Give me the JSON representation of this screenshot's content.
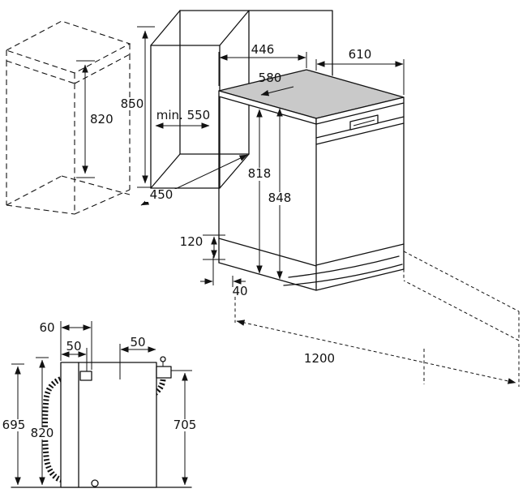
{
  "diagram": {
    "name": "dishwasher-installation-dimensions",
    "colors": {
      "line": "#121212",
      "worktop_fill": "#c9c9c9",
      "background": "#ffffff"
    },
    "dims": {
      "cabinet_height": "820",
      "niche_height": "850",
      "niche_depth_min": "min. 550",
      "counter_depth": "450",
      "width_top": "446",
      "depth_total": "610",
      "depth_lid": "580",
      "height_body": "818",
      "height_total": "848",
      "plinth_height": "120",
      "plinth_recess": "40",
      "door_open_clearance": "1200",
      "hose_offset_left": "60",
      "hose_offset_left2": "50",
      "hose_offset_right": "50",
      "drain_height": "695",
      "hose_height": "820",
      "inlet_height": "705"
    }
  }
}
